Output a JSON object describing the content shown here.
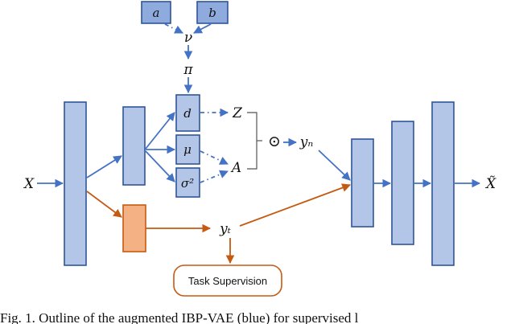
{
  "diagram": {
    "labels": {
      "a": "a",
      "b": "b",
      "nu": "ν",
      "pi": "π",
      "d": "d",
      "mu": "μ",
      "sigma": "σ²",
      "Z": "Z",
      "A": "A",
      "X": "X",
      "odot": "⊙",
      "yn": "yₙ",
      "yt": "yₜ",
      "xhat": "X̃",
      "task": "Task Supervision"
    },
    "caption": "Fig. 1.   Outline of the augmented IBP-VAE (blue) for supervised l"
  },
  "colors": {
    "block_fill": "#b4c6e7",
    "block_stroke": "#2f5597",
    "arrow_blue": "#4472c4",
    "orange_fill": "#f4b183",
    "orange_stroke": "#c55a11"
  }
}
